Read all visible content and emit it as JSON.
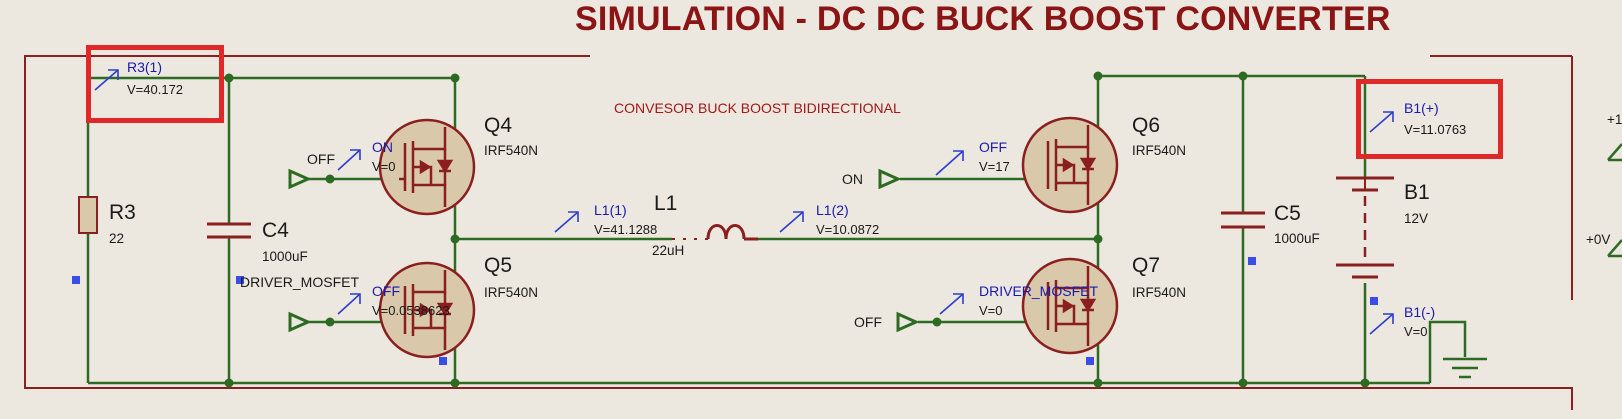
{
  "title": "SIMULATION - DC DC BUCK BOOST CONVERTER",
  "subtitle": "CONVESOR BUCK BOOST BIDIRECTIONAL",
  "components": {
    "R3": {
      "ref": "R3",
      "value": "22"
    },
    "C4": {
      "ref": "C4",
      "value": "1000uF"
    },
    "Q4": {
      "ref": "Q4",
      "value": "IRF540N"
    },
    "Q5": {
      "ref": "Q5",
      "value": "IRF540N"
    },
    "L1": {
      "ref": "L1",
      "value": "22uH"
    },
    "Q6": {
      "ref": "Q6",
      "value": "IRF540N"
    },
    "Q7": {
      "ref": "Q7",
      "value": "IRF540N"
    },
    "C5": {
      "ref": "C5",
      "value": "1000uF"
    },
    "B1": {
      "ref": "B1",
      "value": "12V"
    }
  },
  "probes": {
    "r3": {
      "name": "R3(1)",
      "value": "V=40.172"
    },
    "q4gate": {
      "name": "ON",
      "value": "V=0"
    },
    "q5gate": {
      "name": "OFF",
      "value": "V=0.0538623"
    },
    "l1a": {
      "name": "L1(1)",
      "value": "V=41.1288"
    },
    "l1b": {
      "name": "L1(2)",
      "value": "V=10.0872"
    },
    "q6gate": {
      "name": "OFF",
      "value": "V=17"
    },
    "q7gate": {
      "name": "DRIVER_MOSFET",
      "value": "V=0"
    },
    "b1pos": {
      "name": "B1(+)",
      "value": "V=11.0763"
    },
    "b1neg": {
      "name": "B1(-)",
      "value": "V=0"
    }
  },
  "terminals": {
    "q4": "OFF",
    "q5": "DRIVER_MOSFET",
    "q6": "ON",
    "q7": "OFF"
  },
  "edge_labels": {
    "plus": "+1",
    "zero": "+0V"
  },
  "colors": {
    "wire": "#2d6b22",
    "component": "#8b1f1f",
    "mosfet_fill": "#d9c8aa",
    "probe": "#2a3fd0",
    "highlight": "#e02828",
    "title": "#8b1414"
  }
}
